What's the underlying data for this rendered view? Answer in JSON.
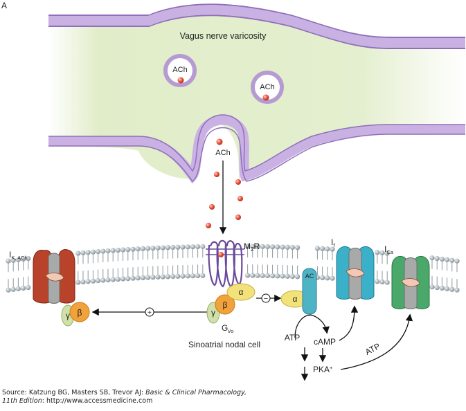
{
  "panel_letter": "A",
  "labels": {
    "vagus": "Vagus nerve varicosity",
    "ach": "ACh",
    "m2r_main": "M",
    "m2r_sub": "2",
    "m2r_tail": "R",
    "ik_main": "I",
    "ik_sub": "K, ACh",
    "if_main": "I",
    "if_sub": "f",
    "ica_main": "I",
    "ica_sub": "Ca",
    "alpha": "α",
    "beta": "β",
    "gamma": "γ",
    "g_main": "G",
    "g_sub": "i/o",
    "ac": "AC",
    "cell": "Sinoatrial nodal cell",
    "atp": "ATP",
    "camp": "cAMP",
    "pka": "PKA",
    "pka_sup": "+",
    "plus": "+",
    "minus": "−"
  },
  "source": {
    "prefix": "Source: Katzung BG, Masters SB, Trevor AJ: ",
    "title": "Basic & Clinical Pharmacology,",
    "edition": "11th Edition",
    "url": ": http://www.accessmedicine.com"
  },
  "colors": {
    "axon_fill": "#e4efcf",
    "axon_border": "#b69bd2",
    "membrane_bead": "#9aa5ad",
    "receptor": "#6a4a9c",
    "alpha": "#f3e27a",
    "beta": "#f2a23a",
    "gamma": "#cfe0a8",
    "ac": "#4fb3c6",
    "ik_channel": "#b8432a",
    "if_channel": "#3bb0c9",
    "ica_channel": "#4aa86a"
  }
}
